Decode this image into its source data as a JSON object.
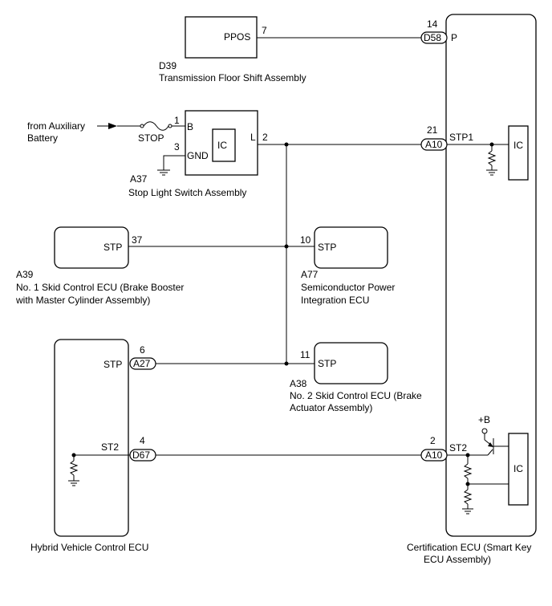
{
  "d39": {
    "terminal_label": "PPOS",
    "pin": "7",
    "code": "D39",
    "name": "Transmission Floor Shift Assembly"
  },
  "cert_ecu": {
    "conn_top_pin": "14",
    "conn_top_code": "D58",
    "conn_top_label": "P",
    "stp1_pin": "21",
    "stp1_code": "A10",
    "stp1_label": "STP1",
    "st2_pin": "2",
    "st2_code": "A10",
    "st2_label": "ST2",
    "ic_top": "IC",
    "ic_bottom": "IC",
    "plus_b": "+B",
    "name_line1": "Certification ECU (Smart Key",
    "name_line2": "ECU Assembly)"
  },
  "aux": {
    "line1": "from Auxiliary",
    "line2": "Battery",
    "fuse_label": "STOP"
  },
  "a37": {
    "pin_b": "1",
    "label_b": "B",
    "pin_gnd": "3",
    "label_gnd": "GND",
    "ic": "IC",
    "label_l": "L",
    "pin_l": "2",
    "code": "A37",
    "name": "Stop Light Switch Assembly"
  },
  "a39": {
    "label": "STP",
    "pin": "37",
    "code": "A39",
    "name_line1": "No. 1 Skid Control ECU (Brake Booster",
    "name_line2": "with Master Cylinder Assembly)"
  },
  "a77": {
    "label": "STP",
    "pin": "10",
    "code": "A77",
    "name_line1": "Semiconductor Power",
    "name_line2": "Integration ECU"
  },
  "a38": {
    "label": "STP",
    "pin": "11",
    "code": "A38",
    "name_line1": "No. 2 Skid Control ECU (Brake",
    "name_line2": "Actuator Assembly)"
  },
  "hv_ecu": {
    "stp_label": "STP",
    "stp_pin": "6",
    "stp_code": "A27",
    "st2_label": "ST2",
    "st2_pin": "4",
    "st2_code": "D67",
    "name": "Hybrid Vehicle Control ECU"
  }
}
